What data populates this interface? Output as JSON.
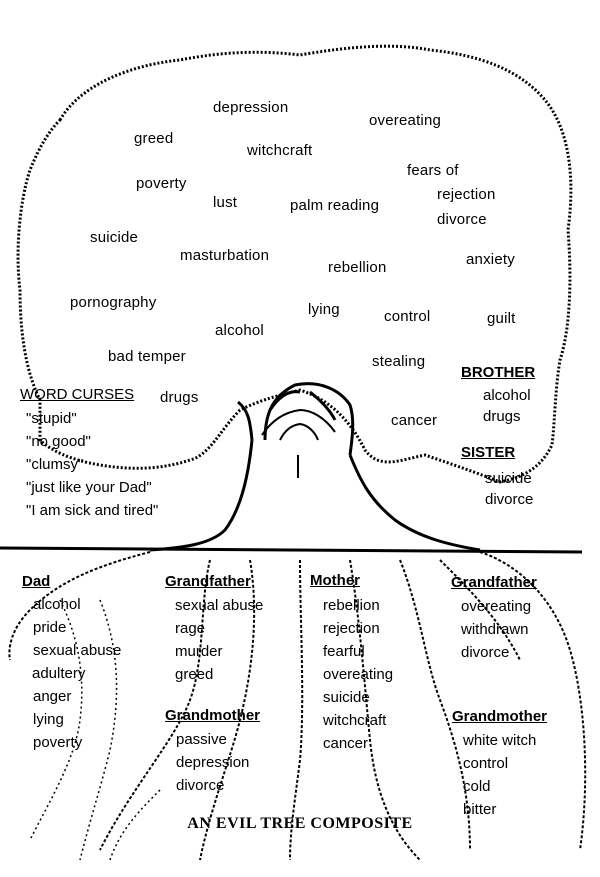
{
  "crown_words": [
    "depression",
    "overeating",
    "greed",
    "witchcraft",
    "fears of",
    "poverty",
    "rejection",
    "lust",
    "palm reading",
    "divorce",
    "suicide",
    "masturbation",
    "anxiety",
    "rebellion",
    "pornography",
    "lying",
    "guilt",
    "control",
    "alcohol",
    "bad temper",
    "stealing",
    "drugs",
    "cancer"
  ],
  "word_curses": {
    "heading": "WORD CURSES",
    "items": [
      "\"stupid\"",
      "\"no good\"",
      "\"clumsy\"",
      "\"just like your Dad\"",
      "\"I am sick and tired\""
    ]
  },
  "brother": {
    "heading": "BROTHER",
    "items": [
      "alcohol",
      "drugs"
    ]
  },
  "sister": {
    "heading": "SISTER",
    "items": [
      "suicide",
      "divorce"
    ]
  },
  "dad": {
    "heading": "Dad",
    "items": [
      "alcohol",
      "pride",
      "sexual abuse",
      "adultery",
      "anger",
      "lying",
      "poverty"
    ]
  },
  "grandfather_1": {
    "heading": "Grandfather",
    "items": [
      "sexual abuse",
      "rage",
      "murder",
      "greed"
    ]
  },
  "grandmother_1": {
    "heading": "Grandmother",
    "items": [
      "passive",
      "depression",
      "divorce"
    ]
  },
  "mother": {
    "heading": "Mother",
    "items": [
      "rebellion",
      "rejection",
      "fearful",
      "overeating",
      "suicide",
      "witchcraft",
      "cancer"
    ]
  },
  "grandfather_2": {
    "heading": "Grandfather",
    "items": [
      "overeating",
      "withdrawn",
      "divorce"
    ]
  },
  "grandmother_2": {
    "heading": "Grandmother",
    "items": [
      "white witch",
      "control",
      "cold",
      "bitter"
    ]
  },
  "caption": "AN EVIL TREE COMPOSITE"
}
